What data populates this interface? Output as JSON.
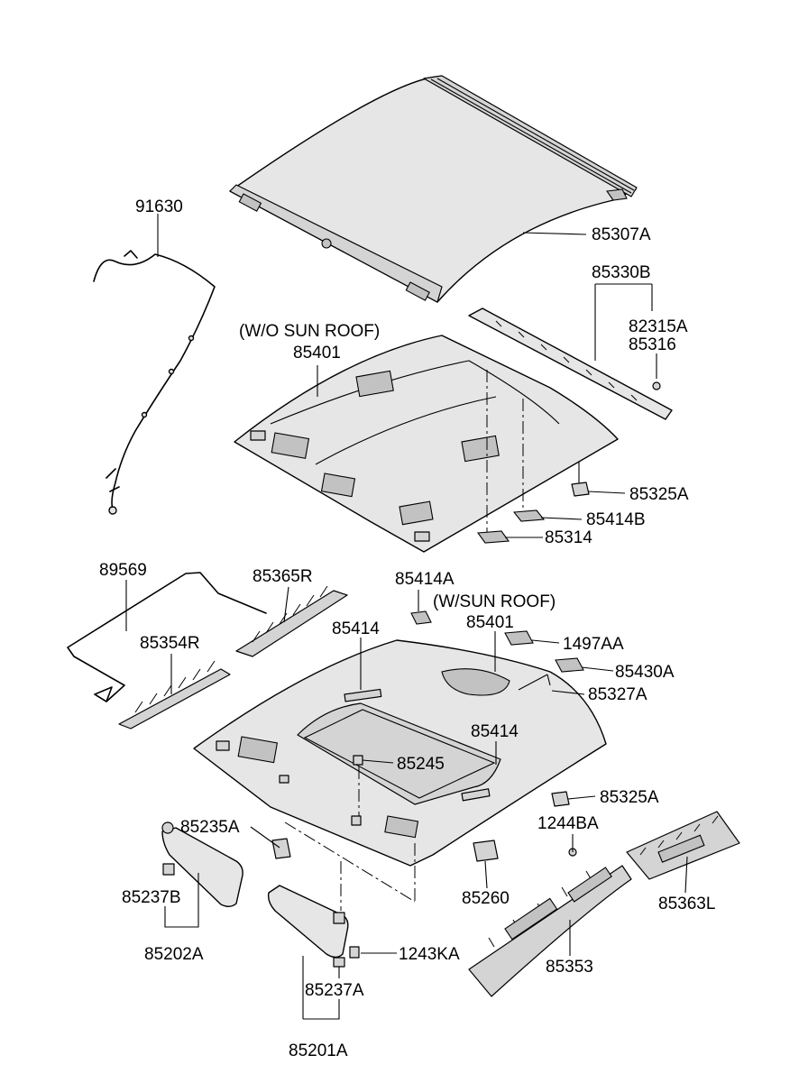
{
  "labels": {
    "l91630": "91630",
    "l85307A": "85307A",
    "l85330B": "85330B",
    "l82315A": "82315A",
    "l85316": "85316",
    "lWOSunRoof": "(W/O SUN ROOF)",
    "l85401a": "85401",
    "l85325Aa": "85325A",
    "l85414B": "85414B",
    "l85314": "85314",
    "l89569": "89569",
    "l85365R": "85365R",
    "l85414A": "85414A",
    "lWSunRoof": "(W/SUN ROOF)",
    "l85401b": "85401",
    "l85354R": "85354R",
    "l85414a": "85414",
    "l1497AA": "1497AA",
    "l85430A": "85430A",
    "l85327A": "85327A",
    "l85414b": "85414",
    "l85245": "85245",
    "l85325Ab": "85325A",
    "l85235A": "85235A",
    "l1244BA": "1244BA",
    "l85237B": "85237B",
    "l85260": "85260",
    "l85363L": "85363L",
    "l85202A": "85202A",
    "l1243KA": "1243KA",
    "l85353": "85353",
    "l85237A": "85237A",
    "l85201A": "85201A"
  }
}
